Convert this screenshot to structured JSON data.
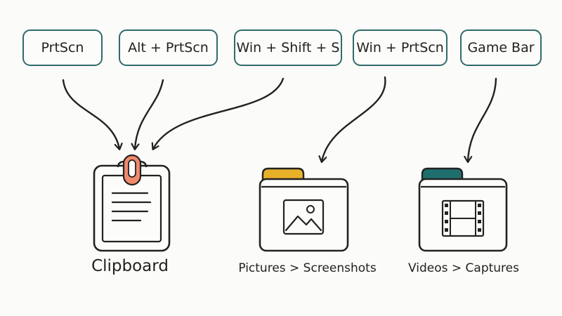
{
  "keys": {
    "prtscn": "PrtScn",
    "alt_prtscn": "Alt + PrtScn",
    "win_shift_s": "Win + Shift + S",
    "win_prtscn": "Win + PrtScn",
    "game_bar": "Game Bar"
  },
  "destinations": {
    "clipboard": "Clipboard",
    "pictures": "Pictures > Screenshots",
    "videos": "Videos > Captures"
  },
  "colors": {
    "key_border": "#2f6b6b",
    "ink": "#222222",
    "clip_accent": "#f08a6c",
    "pictures_tab": "#e8b12a",
    "videos_tab": "#1f6e6e"
  },
  "icons": {
    "clipboard": "clipboard-icon",
    "pictures": "image-folder-icon",
    "videos": "film-folder-icon"
  }
}
